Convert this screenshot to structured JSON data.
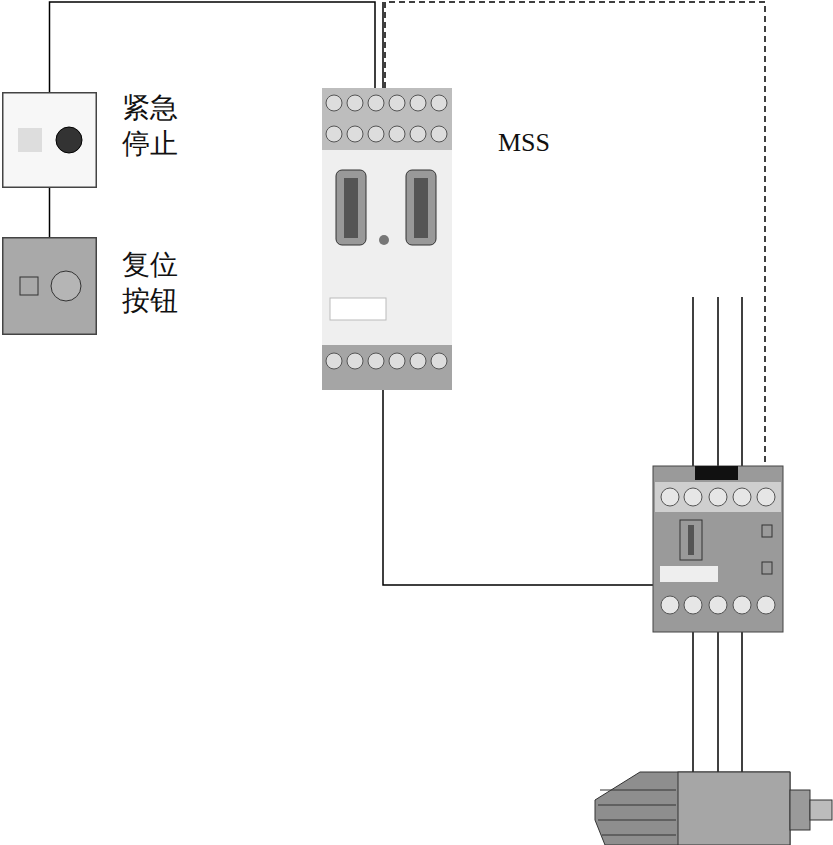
{
  "diagram": {
    "nodes": [
      {
        "text": [
          "紧急停止"
        ]
      },
      {
        "text": [
          "复位按钮"
        ]
      },
      {
        "text": [
          "MSS"
        ]
      }
    ],
    "edges": [
      {
        "from": 0,
        "to": 2,
        "arrow": "none"
      },
      {
        "from": 0,
        "to": 1,
        "arrow": "none"
      }
    ]
  }
}
